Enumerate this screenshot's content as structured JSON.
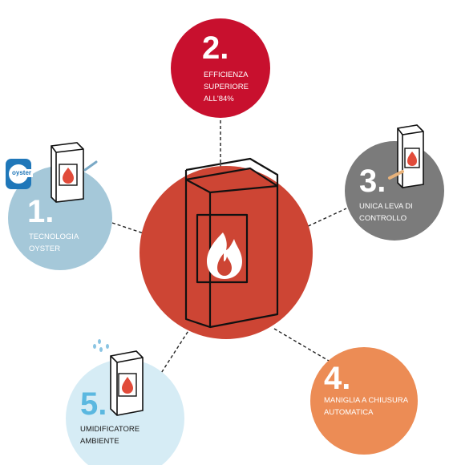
{
  "colors": {
    "center_circle": "#cd4534",
    "feature_1": "#a5c8d9",
    "feature_2": "#c8102e",
    "feature_3": "#7b7b7b",
    "feature_4": "#ec8c55",
    "feature_5": "#d6ecf5",
    "connector": "#222222",
    "stove_outline": "#111111",
    "flame": "#e14b3a"
  },
  "features": [
    {
      "number": "1.",
      "label": "TECNOLOGIA\nOYSTER",
      "number_color": "#ffffff",
      "label_color": "#ffffff"
    },
    {
      "number": "2.",
      "label": "EFFICIENZA\nSUPERIORE\nALL'84%",
      "number_color": "#ffffff",
      "label_color": "#ffffff"
    },
    {
      "number": "3.",
      "label": "UNICA LEVA DI\nCONTROLLO",
      "number_color": "#ffffff",
      "label_color": "#ffffff"
    },
    {
      "number": "4.",
      "label": "MANIGLIA A CHIUSURA\nAUTOMATICA",
      "number_color": "#ffffff",
      "label_color": "#ffffff"
    },
    {
      "number": "5.",
      "label": "UMIDIFICATORE\nAMBIENTE",
      "number_color": "#5bb8e0",
      "label_color": "#1a1a1a"
    }
  ],
  "oyster_logo": {
    "text": "oyster",
    "icon": "oyster-logo-icon"
  },
  "icons": {
    "central_stove": "stove-icon",
    "flame": "flame-icon",
    "water_drops": "water-drops-icon"
  }
}
